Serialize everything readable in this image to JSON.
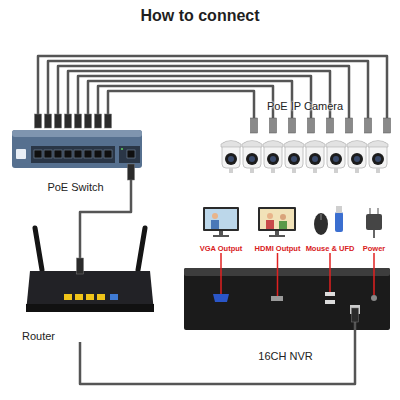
{
  "diagram": {
    "title": "How to connect",
    "nodes": [
      {
        "text": [
          "PoE Switch"
        ]
      },
      {
        "text": [
          "PoE IP Camera"
        ]
      },
      {
        "text": [
          "VGA Output"
        ]
      },
      {
        "text": [
          "HDMI Output"
        ]
      },
      {
        "text": [
          "Mouse & UFD"
        ]
      },
      {
        "text": [
          "Power"
        ]
      },
      {
        "text": [
          "Router"
        ]
      },
      {
        "text": [
          "16CH NVR"
        ]
      }
    ],
    "edges": [
      {
        "from": 0,
        "to": 1,
        "arrow": "none"
      },
      {
        "from": 0,
        "to": 6,
        "arrow": "none"
      },
      {
        "from": 6,
        "to": 7,
        "arrow": "none"
      },
      {
        "from": 7,
        "to": 2,
        "arrow": "none"
      },
      {
        "from": 7,
        "to": 3,
        "arrow": "none"
      },
      {
        "from": 7,
        "to": 4,
        "arrow": "none"
      },
      {
        "from": 7,
        "to": 5,
        "arrow": "none"
      }
    ]
  }
}
